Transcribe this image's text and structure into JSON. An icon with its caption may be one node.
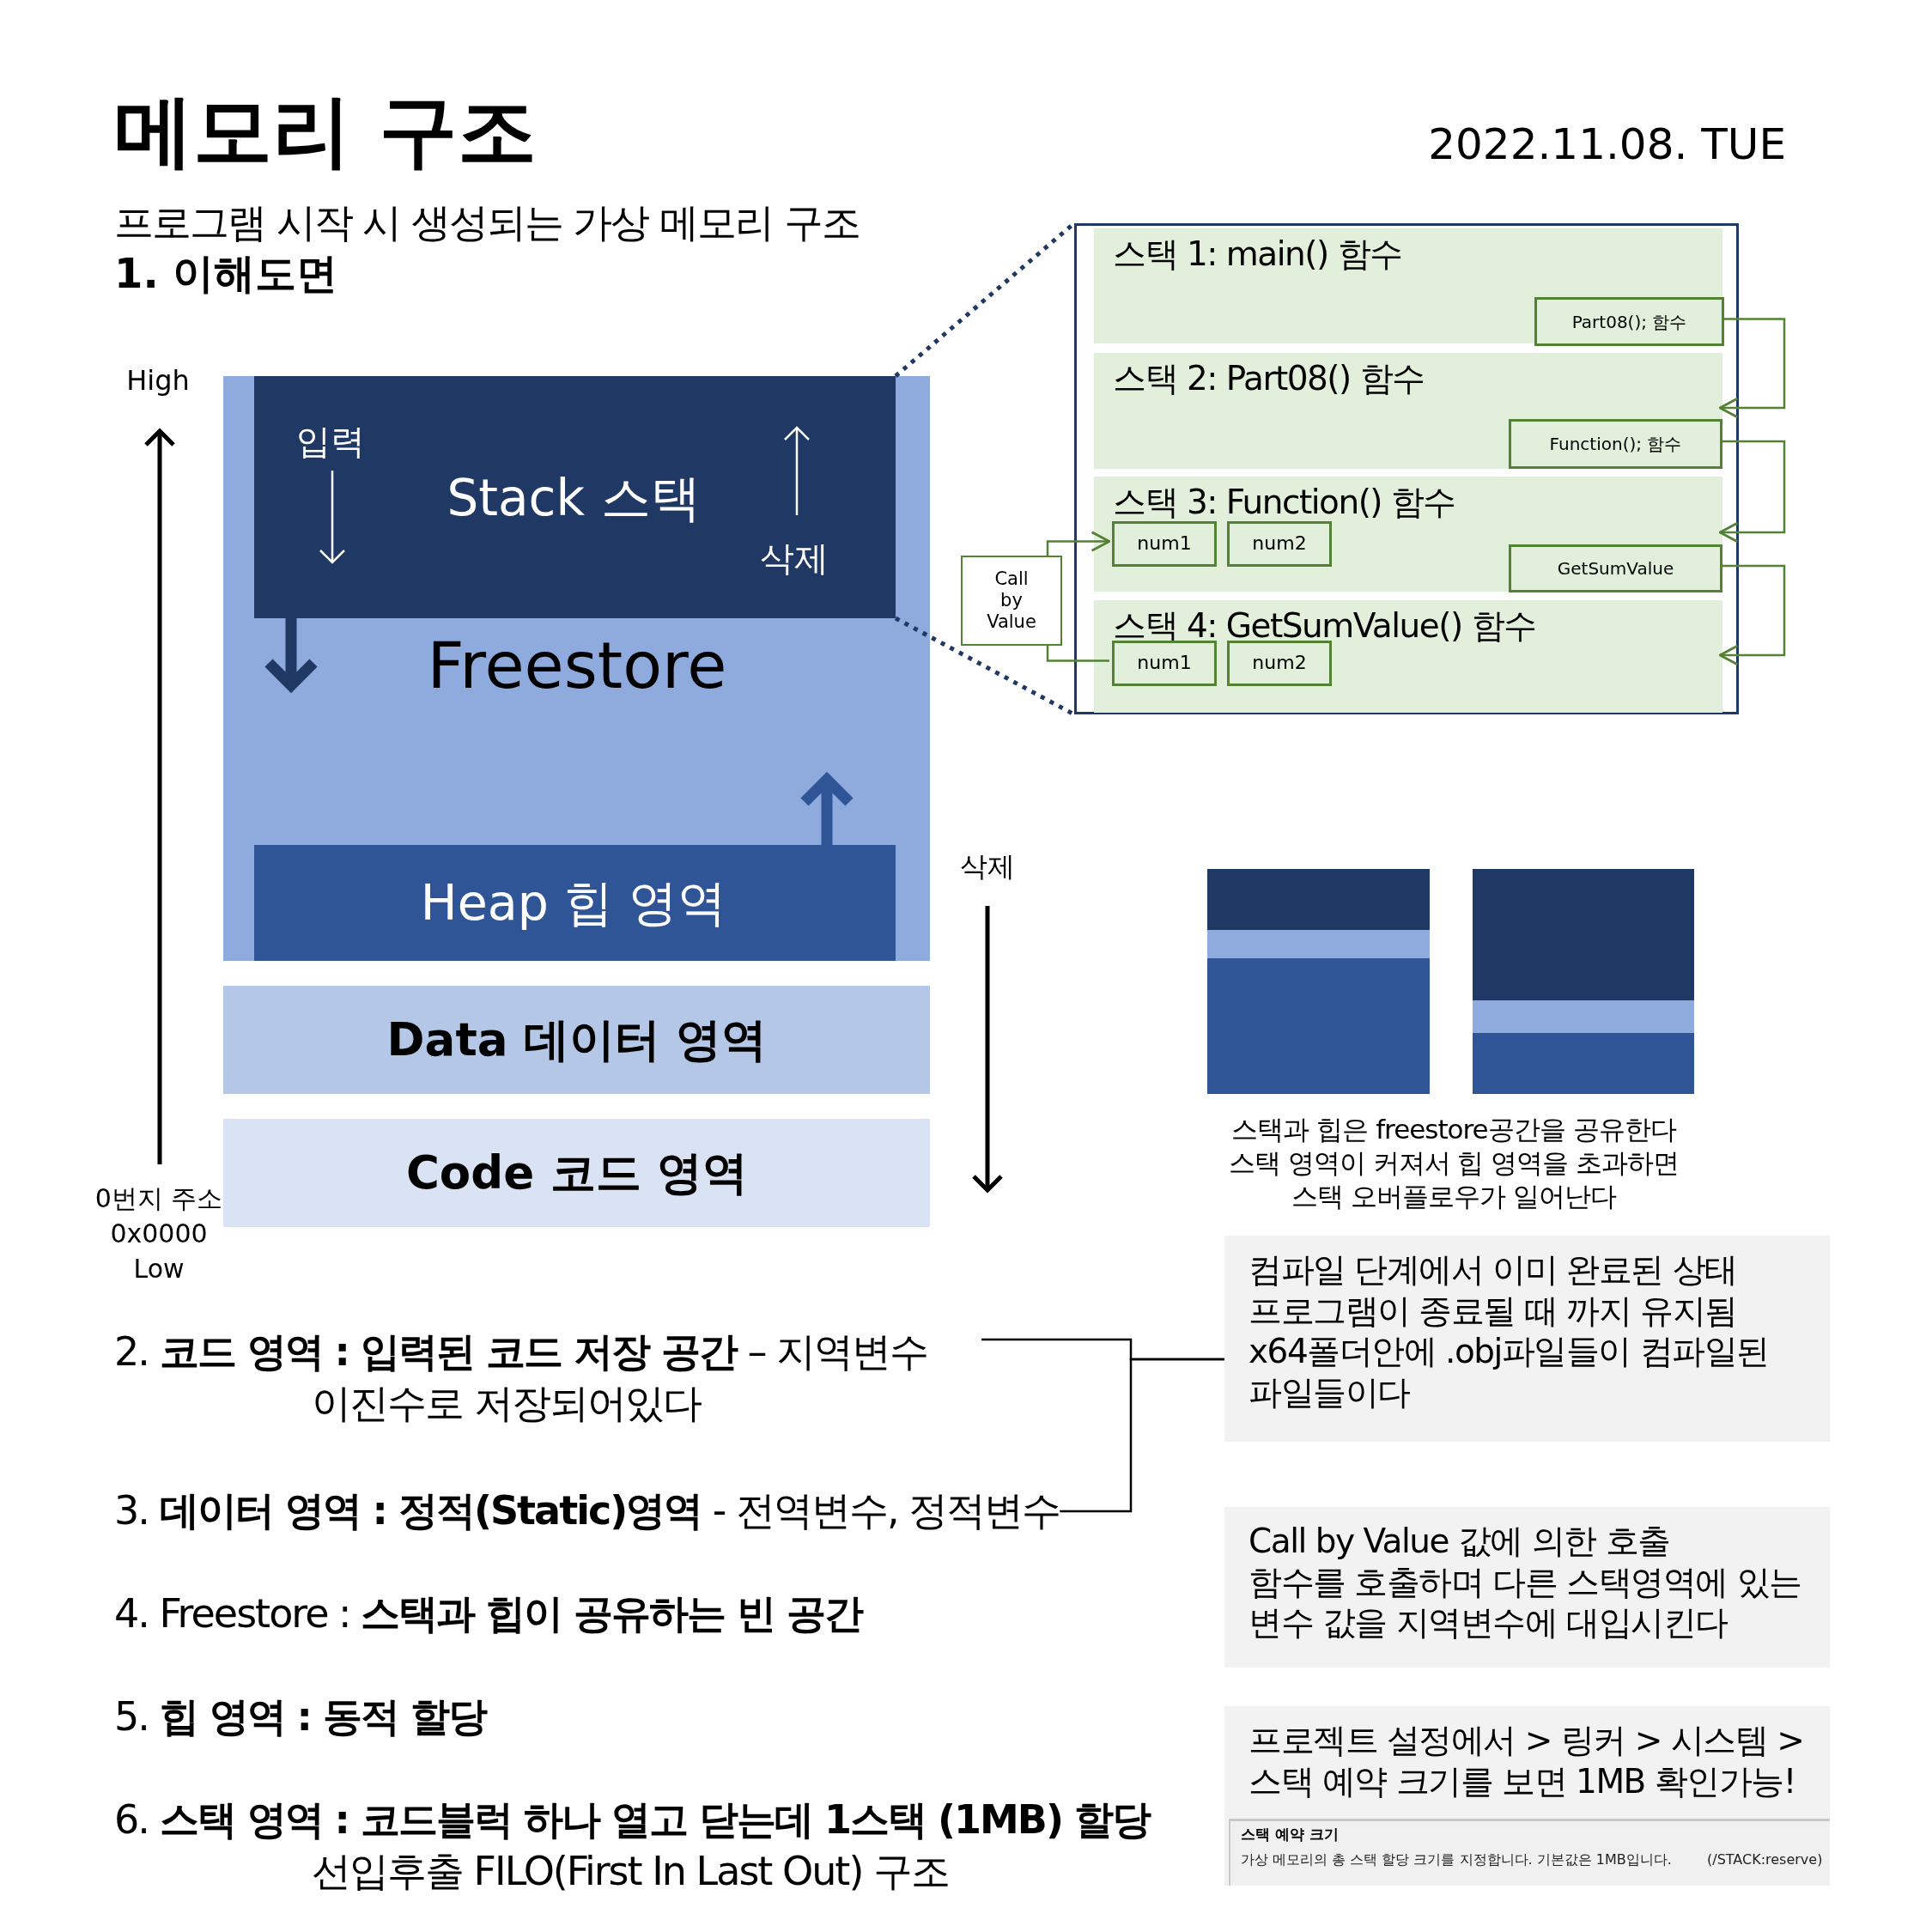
{
  "diagram": {
    "title": "메모리 구조",
    "nodes": [
      {
        "text": [
          "Freestore"
        ]
      },
      {
        "text": [
          "입력",
          "Stack 스택",
          "삭제"
        ],
        "in": 0
      },
      {
        "text": [
          "Heap 힙 영역"
        ],
        "in": 0
      },
      {
        "text": [
          "Data 데이터 영역"
        ]
      },
      {
        "text": [
          "Code 코드 영역"
        ]
      },
      {
        "text": [],
        "shape": "box"
      },
      {
        "text": [
          "스택 1: main() 함수"
        ],
        "in": 5
      },
      {
        "text": [
          "Part08(); 함수"
        ],
        "in": 6
      },
      {
        "text": [
          "스택 2: Part08() 함수"
        ],
        "in": 5
      },
      {
        "text": [
          "Function(); 함수"
        ],
        "in": 8
      },
      {
        "text": [
          "스택 3: Function() 함수"
        ],
        "in": 5
      },
      {
        "text": [
          "num1"
        ],
        "in": 10
      },
      {
        "text": [
          "num2"
        ],
        "in": 10
      },
      {
        "text": [
          "GetSumValue"
        ],
        "in": 10
      },
      {
        "text": [
          "스택 4: GetSumValue() 함수"
        ],
        "in": 5
      },
      {
        "text": [
          "num1"
        ],
        "in": 14
      },
      {
        "text": [
          "num2"
        ],
        "in": 14
      },
      {
        "text": [
          "Call by Value"
        ]
      },
      {
        "text": [
          "2. **코드 영역 : 입력된 코드 저장 공간** – 지역변수 이진수로 저장되어있다"
        ]
      },
      {
        "text": [
          "3. **데이터 영역 : 정적(Static)영역** - 전역변수, 정적변수"
        ]
      },
      {
        "text": [
          "컴파일 단계에서 이미 완료된 상태",
          "프로그램이 종료될 때 까지 유지됨",
          "x64폴더안에 .obj파일들이 컴파일된 파일들이다"
        ]
      },
      {
        "text": [
          "Call by Value 값에 의한 호출",
          "함수를 호출하며 다른 스택영역에 있는 변수 값을 지역변수에 대입시킨다"
        ]
      },
      {
        "text": [
          "프로젝트 설정에서 > 링커 > 시스템 > 스택 예약 크기를 보면 1MB 확인가능!"
        ]
      },
      {
        "text": [
          "스택 예약 크기",
          "가상 메모리의 총 스택 할당 크기를 지정합니다. 기본값은 1MB입니다.",
          "(/STACK:reserve)"
        ],
        "in": 22
      }
    ],
    "edges": [
      {
        "from": 1,
        "to": 5,
        "arrow": "none",
        "style": "dashed",
        "color": "#203864"
      },
      {
        "from": 1,
        "to": 5,
        "arrow": "none",
        "style": "dashed",
        "color": "#203864"
      },
      {
        "from": 7,
        "to": 8,
        "arrow": "to",
        "color": "#548235"
      },
      {
        "from": 9,
        "to": 10,
        "arrow": "to",
        "color": "#548235"
      },
      {
        "from": 13,
        "to": 14,
        "arrow": "to",
        "color": "#548235"
      },
      {
        "from": 17,
        "to": 11,
        "arrow": "to",
        "color": "#548235"
      },
      {
        "from": 17,
        "to": 15,
        "arrow": "none",
        "color": "#548235"
      },
      {
        "from": 18,
        "to": 20,
        "arrow": "none",
        "color": "#000000"
      },
      {
        "from": 19,
        "to": 20,
        "arrow": "none",
        "color": "#000000"
      }
    ],
    "labels": [
      "2022.11.08. TUE",
      "프로그램 시작 시 생성되는 가상 메모리 구조",
      "1. 이해도면",
      "High",
      "0번지 주소",
      "0x0000",
      "Low",
      "삭제",
      "스택과 힙은 freestore공간을 공유한다 스택 영역이 커져서 힙 영역을 초과하면 스택 오버플로우가 일어난다",
      "4. Freestore : **스택과 힙이 공유하는 빈 공간**",
      "5. **힙 영역 : 동적 할당**",
      "6. **스택 영역 : 코드블럭 하나 열고 닫는데 1스택 (1MB) 할당** 선입후출 FILO(First In Last Out) 구조"
    ]
  }
}
